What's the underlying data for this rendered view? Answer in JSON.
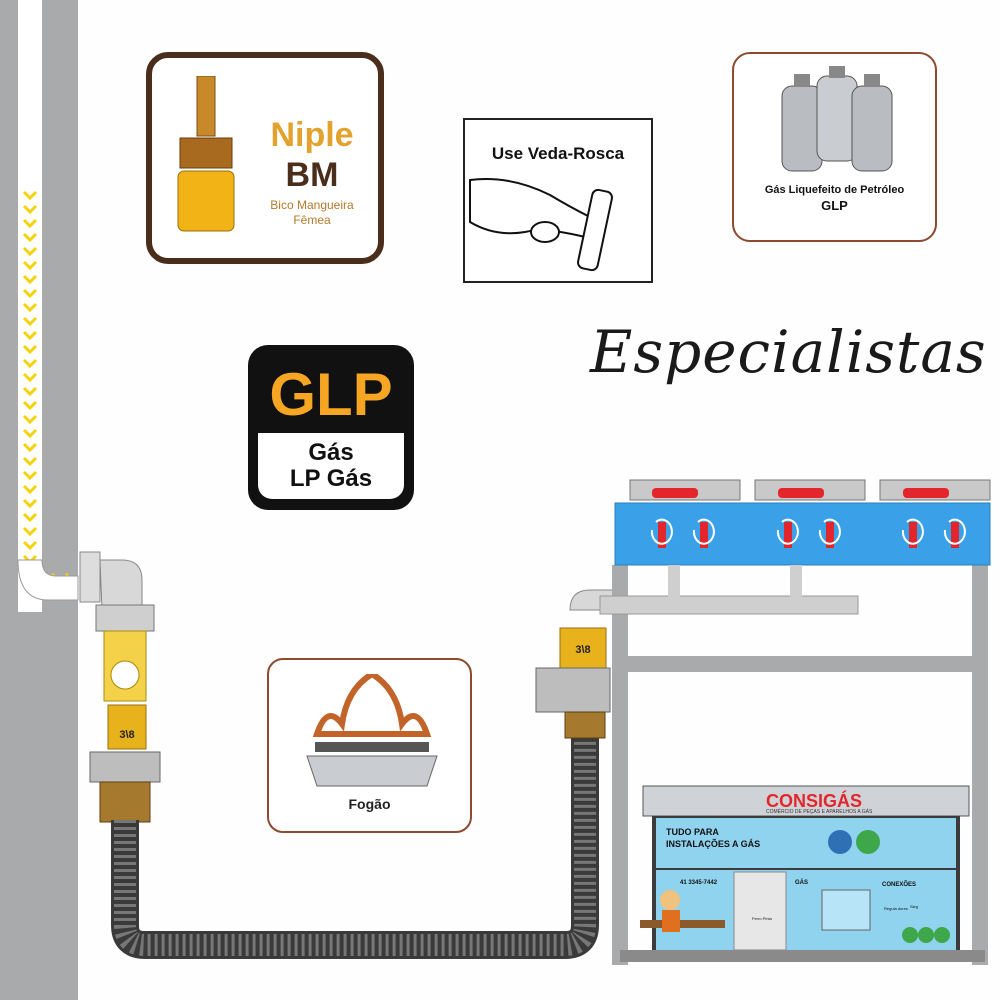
{
  "niple_card": {
    "title": "Niple",
    "subtitle_bold": "BM",
    "desc_line1": "Bico Mangueira",
    "desc_line2": "Fêmea"
  },
  "veda_card": {
    "title": "Use Veda-Rosca"
  },
  "glp_cylinders_card": {
    "caption_line1": "Gás Liquefeito de Petróleo",
    "caption_line2": "GLP"
  },
  "glp_badge": {
    "top": "GLP",
    "line1": "Gás",
    "line2": "LP Gás"
  },
  "headline": "Especialistas",
  "fogao_card": {
    "label": "Fogão"
  },
  "fittings": {
    "left_label": "3\\8",
    "right_label": "3\\8"
  },
  "shop": {
    "brand": "CONSIGÁS",
    "tagline": "COMÉRCIO DE PEÇAS E APARELHOS A GÁS",
    "banner_line1": "TUDO PARA",
    "banner_line2": "INSTALAÇÕES A GÁS",
    "phone": "41 3345-7442",
    "section_gas": "GÁS",
    "section_conexoes": "CONEXÕES",
    "tag_ferro": "Ferro Pinta",
    "tag_regul": "Regula dores",
    "tag_sleg": "Sleg"
  },
  "colors": {
    "accent_orange": "#e3a22d",
    "brown": "#4b2d1c",
    "copper": "#8c4a2f",
    "stove_blue": "#3aa0e8",
    "knob_red": "#e3262b"
  }
}
